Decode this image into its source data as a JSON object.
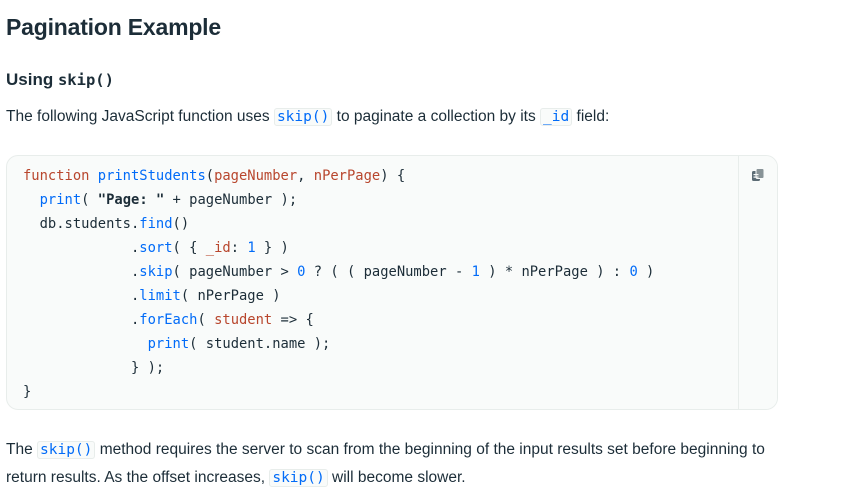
{
  "heading": "Pagination Example",
  "subheading": {
    "prefix": "Using ",
    "code": "skip()"
  },
  "intro": {
    "before": "The following JavaScript function uses ",
    "code1": "skip()",
    "middle": " to paginate a collection by its ",
    "code2": "_id",
    "after": " field:"
  },
  "code_block": {
    "lines": [
      "function printStudents(pageNumber, nPerPage) {",
      "  print( \"Page: \" + pageNumber );",
      "  db.students.find()",
      "             .sort( { _id: 1 } )",
      "             .skip( pageNumber > 0 ? ( ( pageNumber - 1 ) * nPerPage ) : 0 )",
      "             .limit( nPerPage )",
      "             .forEach( student => {",
      "               print( student.name );",
      "             } );",
      "}"
    ],
    "copy_icon": "copy-icon"
  },
  "outro": {
    "before": "The ",
    "code1": "skip()",
    "middle": " method requires the server to scan from the beginning of the input results set before beginning to return results. As the offset increases, ",
    "code2": "skip()",
    "after": " will become slower."
  }
}
